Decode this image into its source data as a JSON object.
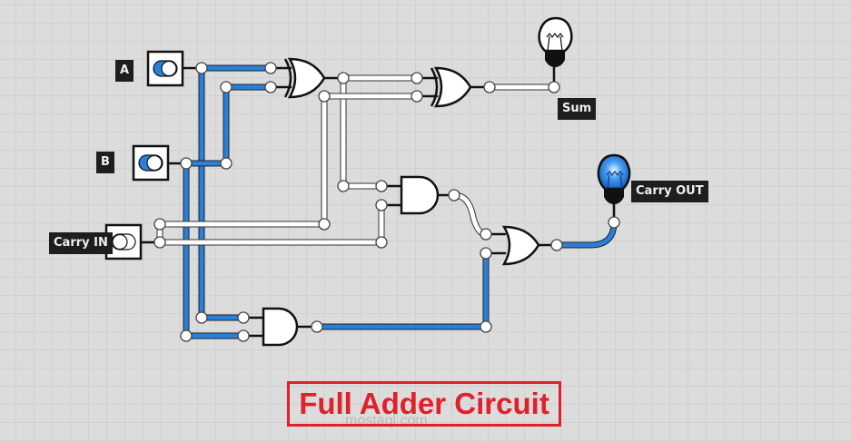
{
  "title": "Full Adder Circuit",
  "watermark": "mostaql.com",
  "inputs": {
    "a": {
      "label": "A",
      "state": "on"
    },
    "b": {
      "label": "B",
      "state": "on"
    },
    "carry_in": {
      "label": "Carry IN",
      "state": "off"
    }
  },
  "outputs": {
    "sum": {
      "label": "Sum",
      "state": "off"
    },
    "carry_out": {
      "label": "Carry OUT",
      "state": "on"
    }
  },
  "gates": [
    "XOR",
    "XOR",
    "AND",
    "AND",
    "OR"
  ],
  "colors": {
    "active_wire": "#2a7fd8",
    "inactive_wire": "#ffffff",
    "title": "#e0202a",
    "label_bg": "#1e1e1e"
  }
}
